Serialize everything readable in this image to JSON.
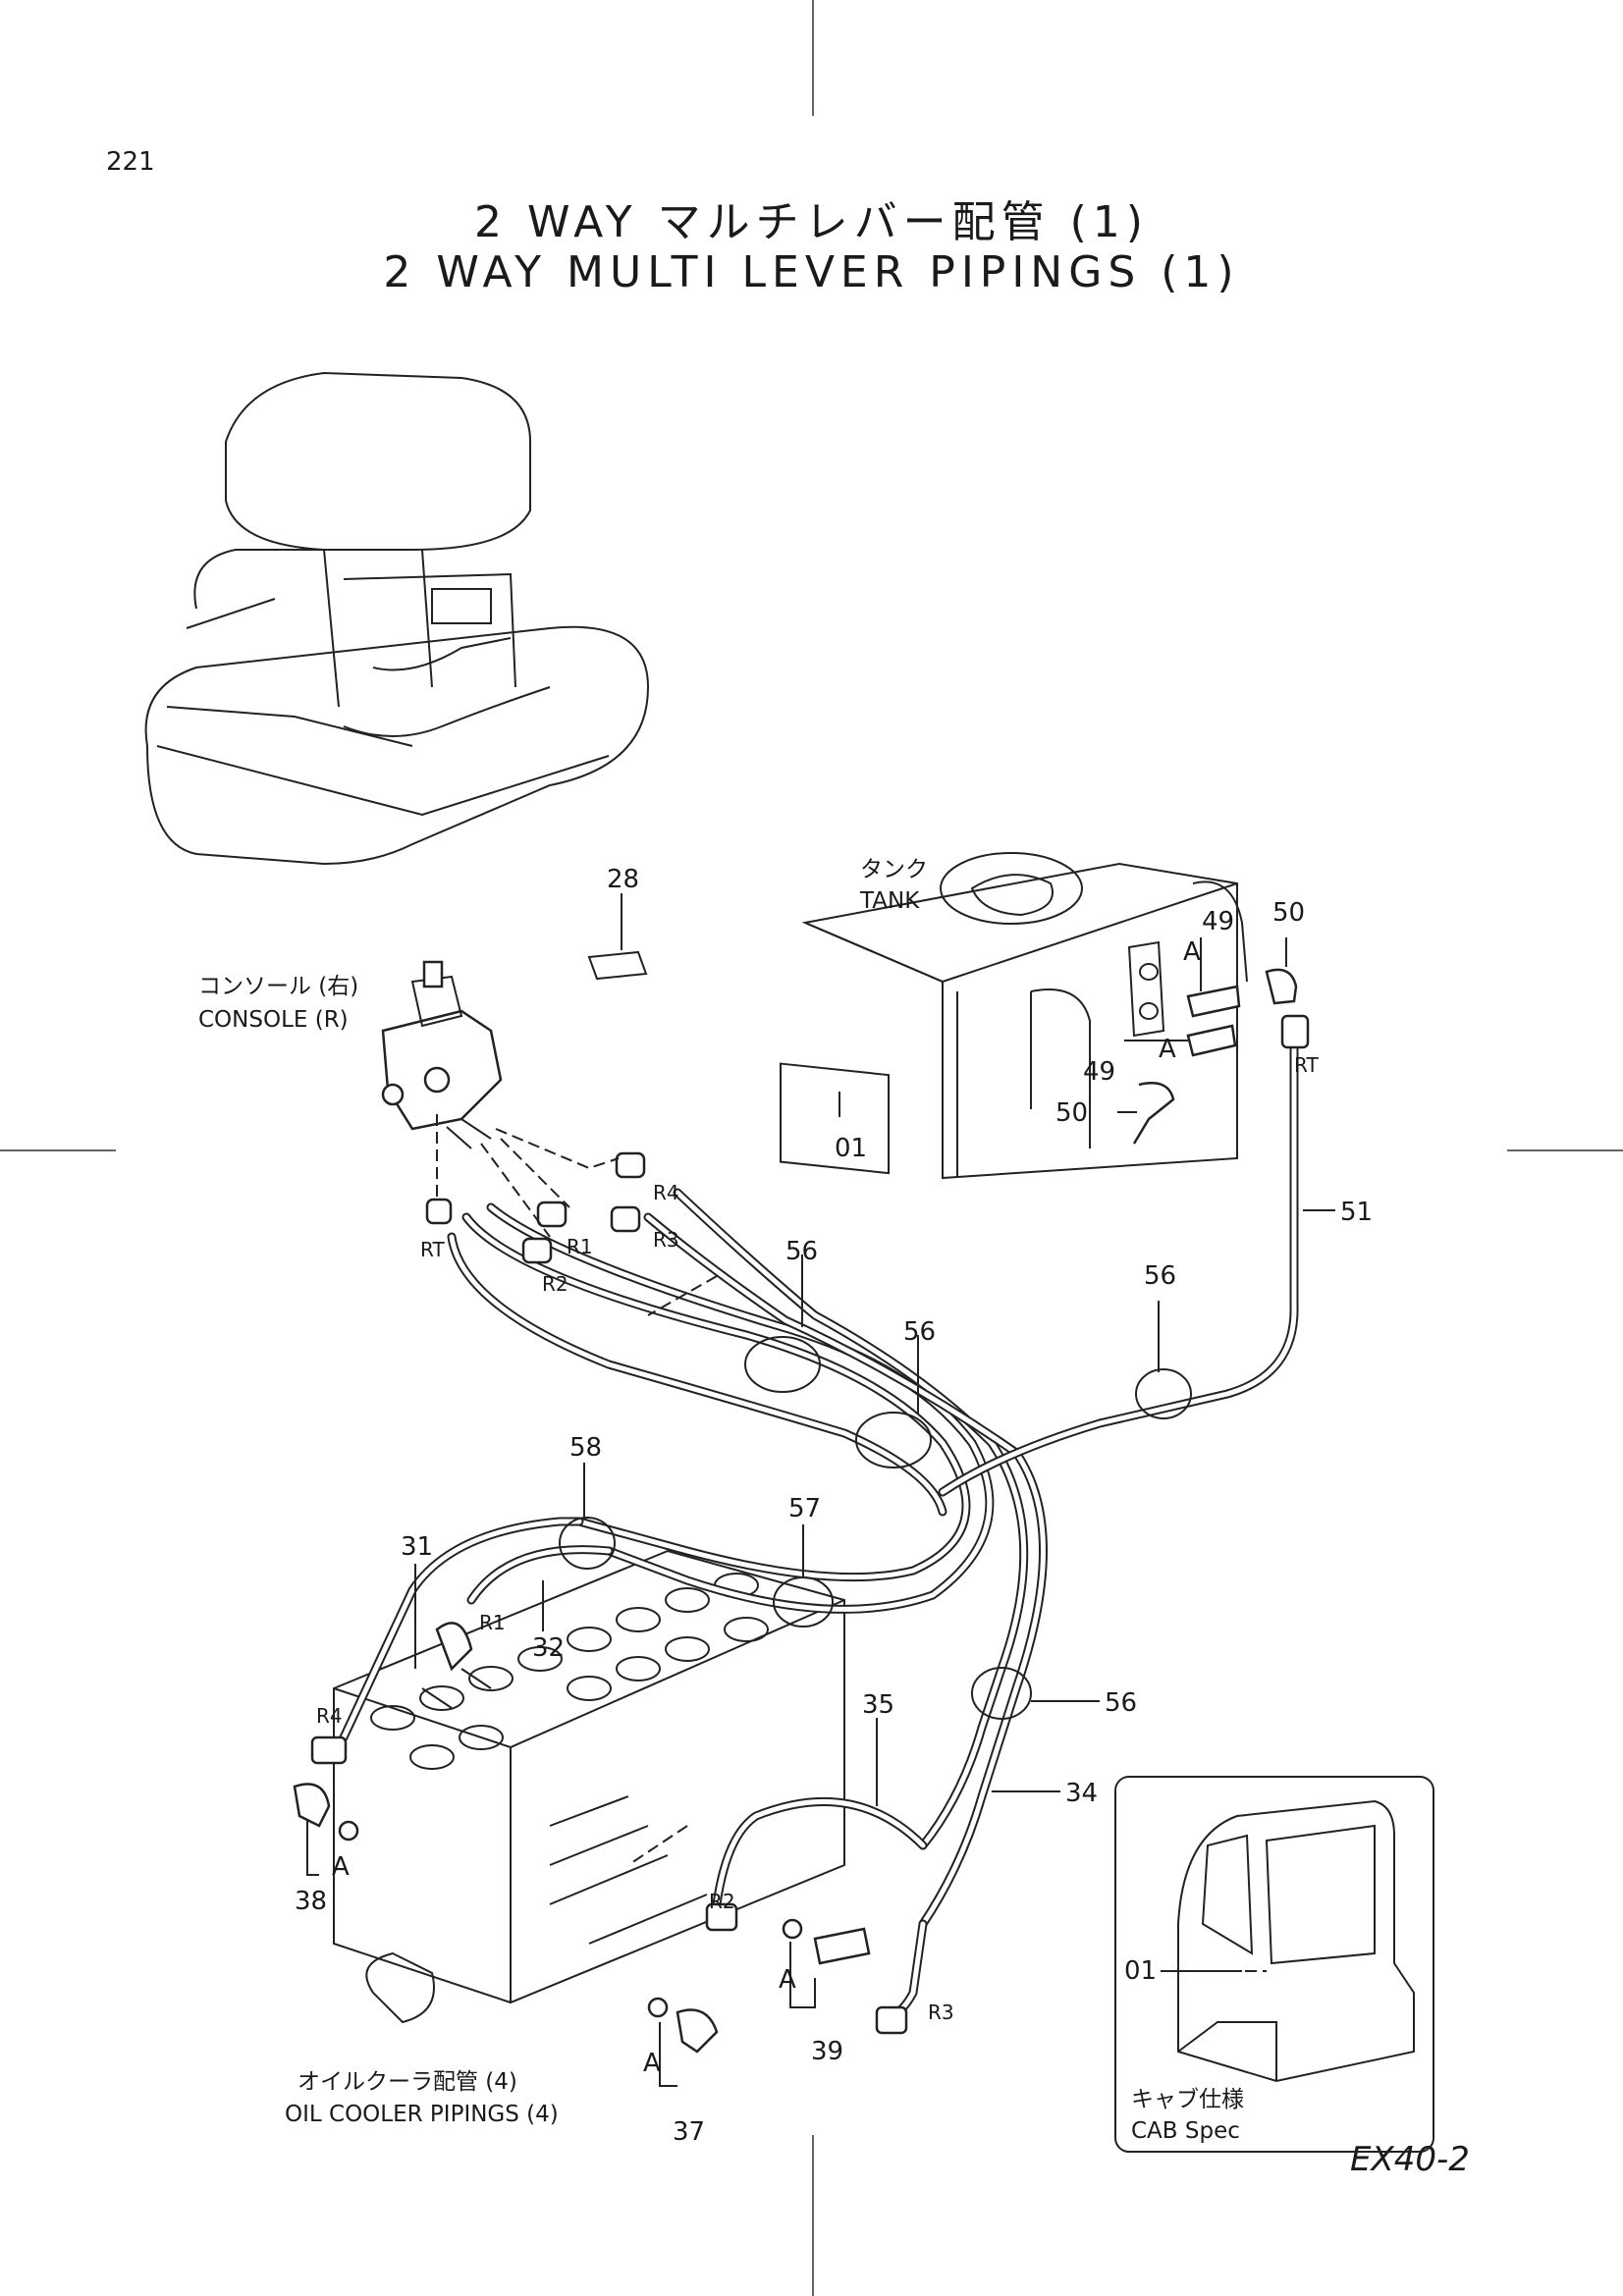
{
  "page_number": "221",
  "title_ja": "2 WAY マルチレバー配管 (1)",
  "title_en": "2 WAY MULTI LEVER PIPINGS (1)",
  "model_code": "EX40-2",
  "captions": {
    "tank_ja": "タンク",
    "tank_en": "TANK",
    "console_ja": "コンソール (右)",
    "console_en": "CONSOLE (R)",
    "oil_cooler_ja": "オイルクーラ配管 (4)",
    "oil_cooler_en": "OIL COOLER PIPINGS (4)",
    "cab_ja": "キャブ仕様",
    "cab_en": "CAB Spec"
  },
  "part_numbers": {
    "p01": "01",
    "p01_cab": "01",
    "p28": "28",
    "p31": "31",
    "p32": "32",
    "p34": "34",
    "p35": "35",
    "p37": "37",
    "p38": "38",
    "p39": "39",
    "p49_top": "49",
    "p49_bottom": "49",
    "p50_top": "50",
    "p50_bottom": "50",
    "p51": "51",
    "p56_a": "56",
    "p56_b": "56",
    "p56_c": "56",
    "p56_d": "56",
    "p57": "57",
    "p58": "58"
  },
  "port_labels": {
    "r1_console": "R1",
    "r2_console": "R2",
    "r3_console": "R3",
    "r4_console": "R4",
    "rt_console": "RT",
    "rt_tank": "RT",
    "r1_valve": "R1",
    "r2_valve": "R2",
    "r3_valve": "R3",
    "r4_valve": "R4"
  },
  "detail_markers": {
    "a_tank_top": "A",
    "a_tank_bottom": "A",
    "a_38": "A",
    "a_37": "A",
    "a_39": "A"
  }
}
